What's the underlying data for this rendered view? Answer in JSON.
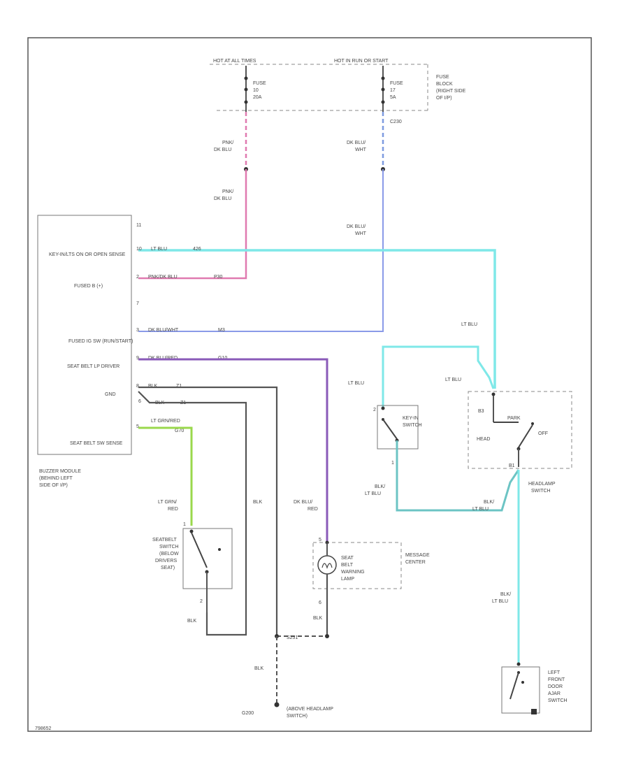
{
  "colors": {
    "pink": "#e07ab0",
    "blue": "#7e9be0",
    "cyan": "#7fe8e8",
    "purple": "#8a5ab8",
    "navy": "#6a6ad0",
    "green": "#9ad84c",
    "teal": "#6cc4c4",
    "black": "#555555"
  },
  "fuse_block": {
    "hot_run": "HOT AT ALL TIMES",
    "hot_run_start": "HOT IN RUN OR START",
    "fuse10": [
      "FUSE",
      "10",
      "20A"
    ],
    "fuse17": [
      "FUSE",
      "17",
      "5A"
    ],
    "block_label": [
      "FUSE",
      "BLOCK",
      "(RIGHT SIDE",
      "OF I/P)"
    ],
    "conn": "C230"
  },
  "wires": {
    "pnk_dkblu_a": [
      "PNK/",
      "DK BLU"
    ],
    "pnk_dkblu_b": [
      "PNK/",
      "DK BLU"
    ],
    "dkblu_wht_a": [
      "DK BLU/",
      "WHT"
    ],
    "dkblu_wht_b": [
      "DK BLU/",
      "WHT"
    ],
    "ltblu_1": "LT BLU",
    "ltblu_2": "LT BLU",
    "ltblu_3": "LT BLU",
    "blk_ltblu_1": [
      "BLK/",
      "LT BLU"
    ],
    "blk_ltblu_2": [
      "BLK/",
      "LT BLU"
    ],
    "blk_ltblu_3": [
      "BLK/",
      "LT BLU"
    ],
    "ltgrn_red": [
      "LT GRN/",
      "RED"
    ],
    "dkblu_red": [
      "DK BLU/",
      "RED"
    ],
    "blk_1": "BLK",
    "blk_2": "BLK",
    "blk_3": "BLK",
    "blk_4": "BLK"
  },
  "buzzer": {
    "pins": [
      {
        "num": "11",
        "wire": "",
        "circuit": "",
        "label": ""
      },
      {
        "num": "10",
        "wire": "LT BLU",
        "circuit": "426",
        "label": "KEY-IN/LTS ON OR OPEN SENSE"
      },
      {
        "num": "2",
        "wire": "PNK/DK BLU",
        "circuit": "P30",
        "label": "FUSED B (+)"
      },
      {
        "num": "7",
        "wire": "",
        "circuit": "",
        "label": ""
      },
      {
        "num": "3",
        "wire": "DK BLU/WHT",
        "circuit": "M3",
        "label": "FUSED IG SW (RUN/START)"
      },
      {
        "num": "9",
        "wire": "DK BLU/RED",
        "circuit": "G10",
        "label": "SEAT BELT LP DRIVER"
      },
      {
        "num": "8",
        "wire": "BLK",
        "circuit": "Z1",
        "label": "GND"
      },
      {
        "num": "6",
        "wire": "BLK",
        "circuit": "Z1",
        "label": ""
      },
      {
        "num": "5",
        "wire": "LT GRN/RED",
        "circuit": "G70",
        "label": "SEAT BELT SW SENSE"
      }
    ],
    "title": [
      "BUZZER MODULE",
      "(BEHIND LEFT",
      "SIDE OF I/P)"
    ]
  },
  "components": {
    "seatbelt_switch": [
      "SEATBELT",
      "SWITCH",
      "(BELOW",
      "DRIVERS",
      "SEAT)"
    ],
    "seatbelt_pin1": "1",
    "seatbelt_pin2": "2",
    "warning_lamp": [
      "SEAT",
      "BELT",
      "WARNING",
      "LAMP"
    ],
    "message_center": [
      "MESSAGE",
      "CENTER"
    ],
    "lamp_pin_top": "5",
    "lamp_pin_bottom": "6",
    "keyin_switch": [
      "KEY-IN",
      "SWITCH"
    ],
    "keyin_pin2": "2",
    "keyin_pin1": "1",
    "headlamp_switch": [
      "HEADLAMP",
      "SWITCH"
    ],
    "hs_pin_b3": "B3",
    "hs_park": "PARK",
    "hs_head": "HEAD",
    "hs_off": "OFF",
    "hs_pin_b1": "B1",
    "door_switch": [
      "LEFT",
      "FRONT",
      "DOOR",
      "AJAR",
      "SWITCH"
    ],
    "splice": "S251",
    "ground": "G200",
    "ground_label": [
      "(ABOVE HEADLAMP",
      "SWITCH)"
    ]
  },
  "code": "798652"
}
